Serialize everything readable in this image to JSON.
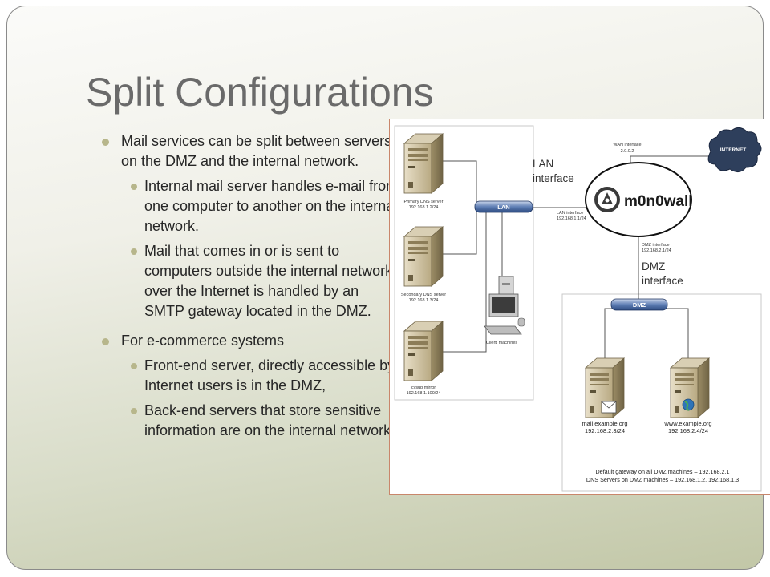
{
  "slide": {
    "title": "Split Configurations",
    "bullets": [
      {
        "level": 1,
        "text": "Mail services can be split between servers on the DMZ and the internal network."
      },
      {
        "level": 2,
        "text": "Internal mail server handles e-mail from one computer to another on the internal network."
      },
      {
        "level": 2,
        "text": "Mail that comes  in or is sent to computers outside the internal network over the Internet  is handled by an SMTP gateway located in the DMZ."
      },
      {
        "level": 1,
        "text": "For e-commerce systems"
      },
      {
        "level": 2,
        "text": " Front-end server, directly accessible by Internet users is in the DMZ,"
      },
      {
        "level": 2,
        "text": "Back-end servers that store sensitive information are on the internal network."
      }
    ]
  },
  "diagram": {
    "internet_label": "INTERNET",
    "wan_interface": "WAN interface",
    "wan_ip": "2.0.0.2",
    "lan_callout": "LAN\ninterface",
    "dmz_callout": "DMZ\ninterface",
    "logo_text": "m0n0wall",
    "lan_bus": "LAN",
    "dmz_bus": "DMZ",
    "lan_interface": "LAN interface",
    "lan_interface_ip": "192.168.1.1/24",
    "dmz_interface": "DMZ interface",
    "dmz_interface_ip": "192.168.2.1/24",
    "servers_internal": [
      {
        "name": "Primary DNS server",
        "ip": "192.168.1.2/24"
      },
      {
        "name": "Secondary DNS server",
        "ip": "192.168.1.3/24"
      },
      {
        "name": "cvsup mirror",
        "ip": "192.168.1.100/24"
      }
    ],
    "client_label": "Client machines",
    "servers_dmz": [
      {
        "name": "mail.example.org",
        "ip": "192.168.2.3/24"
      },
      {
        "name": "www.example.org",
        "ip": "192.168.2.4/24"
      }
    ],
    "footer_lines": [
      "Default gateway on all DMZ machines – 192.168.2.1",
      "DNS Servers on DMZ machines – 192.168.1.2, 192.168.1.3"
    ]
  }
}
